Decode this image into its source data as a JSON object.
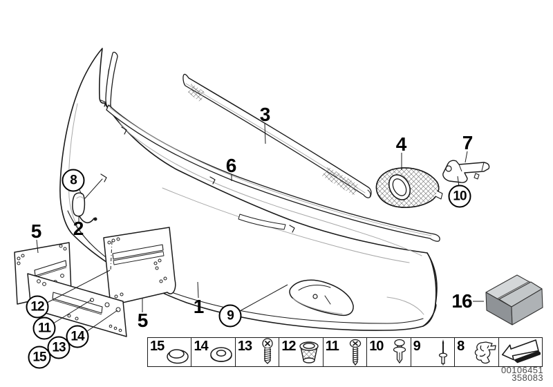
{
  "diagram": {
    "type": "exploded-parts-drawing",
    "subject": "front bumper trim panel",
    "callouts": {
      "plain": [
        {
          "label": "1"
        },
        {
          "label": "2"
        },
        {
          "label": "3"
        },
        {
          "label": "4"
        },
        {
          "label": "5"
        },
        {
          "label": "5"
        },
        {
          "label": "6"
        },
        {
          "label": "7"
        },
        {
          "label": "16"
        }
      ],
      "circled": [
        {
          "label": "8"
        },
        {
          "label": "9"
        },
        {
          "label": "10"
        },
        {
          "label": "11"
        },
        {
          "label": "12"
        },
        {
          "label": "13"
        },
        {
          "label": "14"
        },
        {
          "label": "15"
        }
      ]
    }
  },
  "legend": {
    "items": [
      {
        "number": "15",
        "icon": "cap-plug"
      },
      {
        "number": "14",
        "icon": "washer"
      },
      {
        "number": "13",
        "icon": "short-screw"
      },
      {
        "number": "12",
        "icon": "grommet-nut"
      },
      {
        "number": "11",
        "icon": "long-screw"
      },
      {
        "number": "10",
        "icon": "expanding-rivet"
      },
      {
        "number": "9",
        "icon": "pin-rivet"
      },
      {
        "number": "8",
        "icon": "clamp-clip"
      }
    ],
    "arrow_icon": "direction-of-travel-arrow"
  },
  "footer": {
    "image_number": "00106451",
    "drawing_number": "358083"
  },
  "colors": {
    "line": "#1a1a1a",
    "secondary_line": "#a8a8a8",
    "hatch": "#6b6b6b",
    "box_top": "#d4d7d9",
    "box_top_dark": "#c3c7c9",
    "box_front": "#8f9397",
    "box_side": "#aeb2b5",
    "footer_text": "#4a4a4a"
  }
}
